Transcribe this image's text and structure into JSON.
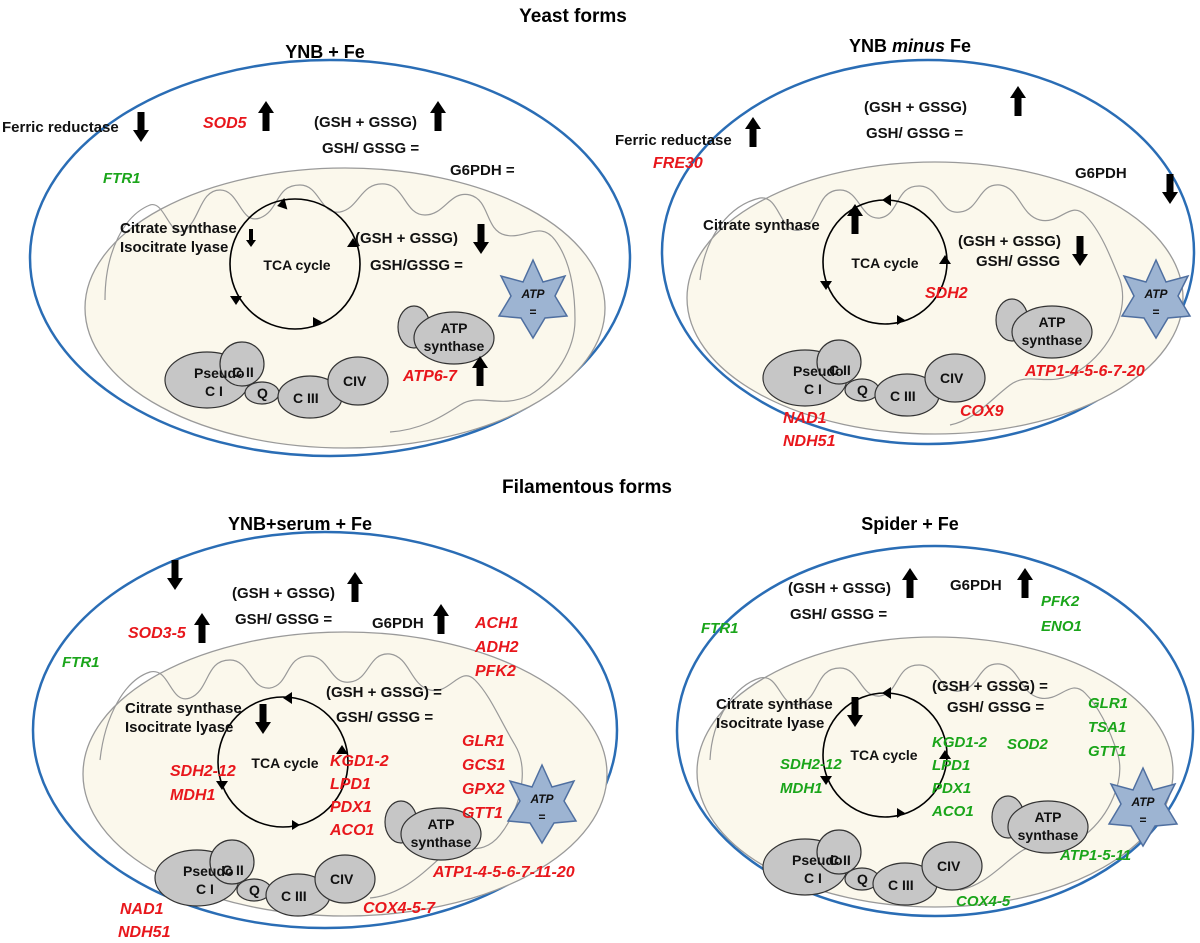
{
  "headers": {
    "yeast": "Yeast forms",
    "filamentous": "Filamentous forms"
  },
  "colors": {
    "cell_membrane": "#2a6db5",
    "mito_fill": "#fbf8ec",
    "complex_fill": "#c6c6c6",
    "atp_star": "#9db4d2",
    "upregulated": "#e8171c",
    "downregulated": "#1aa51a",
    "text": "#111111"
  },
  "common": {
    "tca": "TCA cycle",
    "pseudo_ci_1": "Pseudo",
    "pseudo_ci_2": "C I",
    "cii": "C II",
    "q": "Q",
    "ciii": "C III",
    "civ": "CIV",
    "atp_synthase_1": "ATP",
    "atp_synthase_2": "synthase",
    "atp_star_1": "ATP",
    "atp_star_2": "="
  },
  "panel_a": {
    "title": "YNB + Fe",
    "ferric_reductase": "Ferric reductase",
    "ftr1": "FTR1",
    "sod5": "SOD5",
    "gsh_sum": "(GSH + GSSG)",
    "gsh_ratio": "GSH/ GSSG =",
    "g6pdh": "G6PDH =",
    "citrate_synthase": "Citrate synthase",
    "isocitrate_lyase": "Isocitrate lyase",
    "mito_gsh_sum": "(GSH + GSSG)",
    "mito_gsh_ratio": "GSH/GSSG =",
    "atp_genes": "ATP6-7"
  },
  "panel_b": {
    "title_plain": "YNB ",
    "title_italic": "minus",
    "title_end": " Fe",
    "gsh_sum": "(GSH + GSSG)",
    "gsh_ratio": "GSH/ GSSG =",
    "ferric_reductase": "Ferric reductase",
    "fre30": "FRE30",
    "g6pdh": "G6PDH",
    "citrate_synthase": "Citrate synthase",
    "mito_gsh_sum": "(GSH + GSSG)",
    "mito_gsh_ratio": "GSH/ GSSG",
    "sdh2": "SDH2",
    "atp_genes": "ATP1-4-5-6-7-20",
    "cox9": "COX9",
    "nad1": "NAD1",
    "ndh51": "NDH51"
  },
  "panel_c": {
    "title": "YNB+serum + Fe",
    "gsh_sum": "(GSH + GSSG)",
    "gsh_ratio": "GSH/ GSSG =",
    "g6pdh": "G6PDH",
    "sod3_5": "SOD3-5",
    "ftr1": "FTR1",
    "ach1": "ACH1",
    "adh2": "ADH2",
    "pfk2": "PFK2",
    "mito_gsh_sum": "(GSH + GSSG) =",
    "mito_gsh_ratio": "GSH/ GSSG =",
    "citrate_synthase": "Citrate synthase",
    "isocitrate_lyase": "Isocitrate lyase",
    "glr1": "GLR1",
    "gcs1": "GCS1",
    "gpx2": "GPX2",
    "gtt1": "GTT1",
    "sdh2_12": "SDH2-12",
    "mdh1": "MDH1",
    "kgd1_2": "KGD1-2",
    "lpd1": "LPD1",
    "pdx1": "PDX1",
    "aco1": "ACO1",
    "atp_genes": "ATP1-4-5-6-7-11-20",
    "cox": "COX4-5-7",
    "nad1": "NAD1",
    "ndh51": "NDH51"
  },
  "panel_d": {
    "title": "Spider + Fe",
    "gsh_sum": "(GSH + GSSG)",
    "gsh_ratio": "GSH/ GSSG =",
    "g6pdh": "G6PDH",
    "pfk2": "PFK2",
    "eno1": "ENO1",
    "ftr1": "FTR1",
    "mito_gsh_sum": "(GSH + GSSG) =",
    "mito_gsh_ratio": "GSH/ GSSG =",
    "citrate_synthase": "Citrate synthase",
    "isocitrate_lyase": "Isocitrate lyase",
    "glr1": "GLR1",
    "tsa1": "TSA1",
    "gtt1": "GTT1",
    "sod2": "SOD2",
    "sdh2_12": "SDH2-12",
    "mdh1": "MDH1",
    "kgd1_2": "KGD1-2",
    "lpd1": "LPD1",
    "pdx1": "PDX1",
    "aco1": "ACO1",
    "atp_genes": "ATP1-5-11",
    "cox": "COX4-5"
  }
}
